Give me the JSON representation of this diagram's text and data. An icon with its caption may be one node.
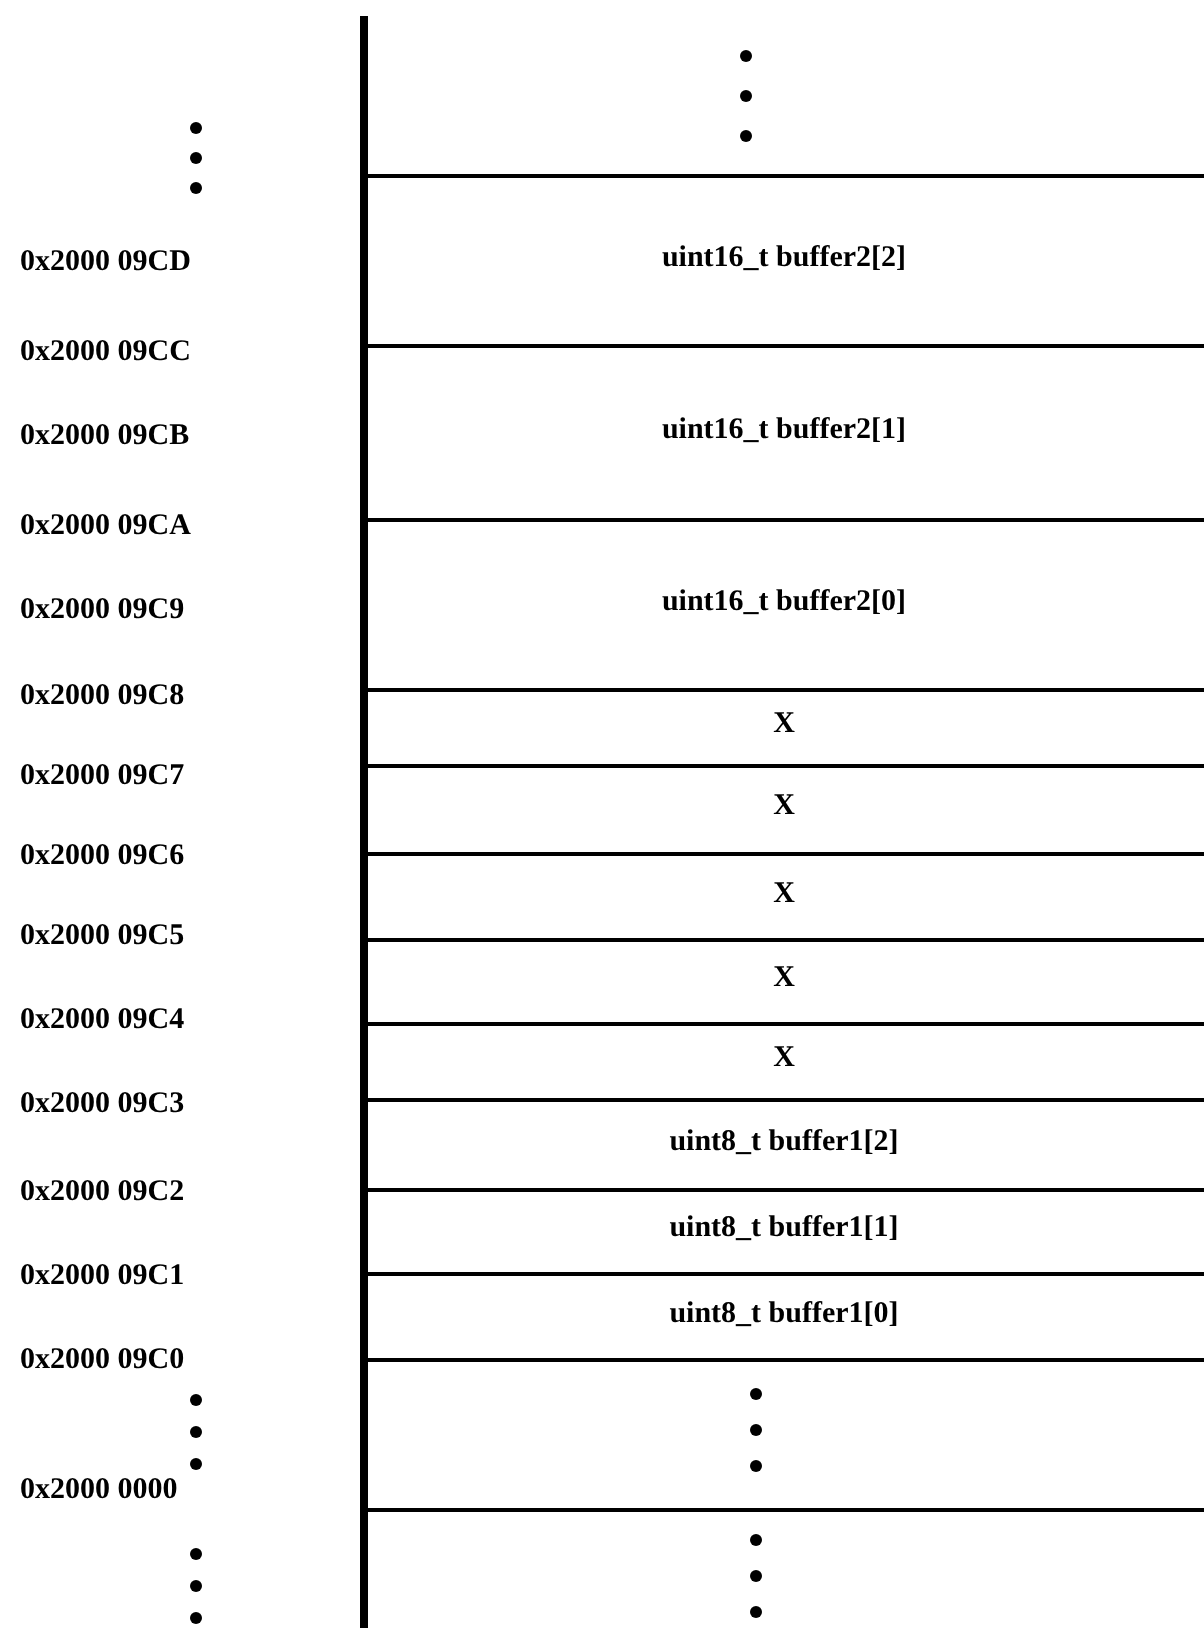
{
  "diagram": {
    "labels": [
      "0x2000 09CD",
      "uint16_t buffer2[2]",
      "0x2000 09CC",
      "0x2000 09CB",
      "uint16_t buffer2[1]",
      "0x2000 09CA",
      "0x2000 09C9",
      "uint16_t buffer2[0]",
      "0x2000 09C8",
      "X",
      "0x2000 09C7",
      "X",
      "0x2000 09C6",
      "X",
      "0x2000 09C5",
      "X",
      "0x2000 09C4",
      "X",
      "0x2000 09C3",
      "uint8_t buffer1[2]",
      "0x2000 09C2",
      "uint8_t buffer1[1]",
      "0x2000 09C1",
      "uint8_t buffer1[0]",
      "0x2000 09C0",
      "0x2000 0000"
    ]
  }
}
